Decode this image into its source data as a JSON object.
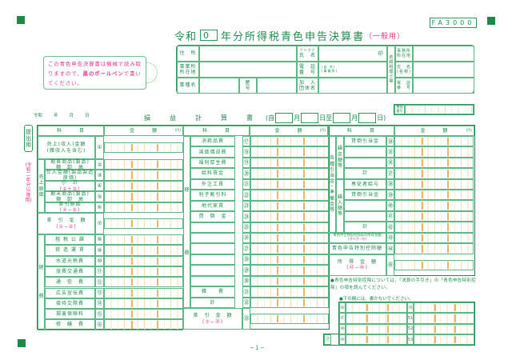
{
  "form_code": "FA3000",
  "title": {
    "era": "令和",
    "year": "0",
    "main": "年分所得税青色申告決算書",
    "type": "（一般用）"
  },
  "header_box": {
    "address": "住　所",
    "furigana": "フリガナ",
    "name": "氏　名",
    "seal": "㊞",
    "business_address": "事業所\n所在地",
    "phone": "電　話\n番　号",
    "phone_home": "(自 宅)",
    "phone_office": "(事業所)",
    "industry": "業種名",
    "trade_name": "屋　号",
    "association": "加　入\n団体名",
    "tax_accountant": "依\n頼\n税\n理\n士\n等",
    "ta_office": "事務所\n所在地",
    "ta_name": "氏　名\n(名称)",
    "ta_phone": "電　話\n番　号"
  },
  "notice": {
    "pre": "この青色申告決算書は機械で読み取りますので、",
    "bold": "黒のボールペン",
    "post": "で書いてください。"
  },
  "date_label": {
    "era": "令和",
    "year": "年",
    "month": "月",
    "day": "日"
  },
  "statement": {
    "title": "損　益　計　算　書",
    "from": "(自",
    "month1": "月",
    "day_to": "日至",
    "month2": "月",
    "end": "日)"
  },
  "seiri": "整理\n番号",
  "side": {
    "submit": "提\n出\n用",
    "edition": "(令\n和\n二\n年\n分\n以\n降\n用)"
  },
  "headers": {
    "kamoku": "科　　　目",
    "kingaku": "金　　　額",
    "yen": "(円)"
  },
  "left_rows": [
    {
      "label": "売上(収入)金額\n(雑収入を含む)",
      "num": "①"
    },
    {
      "label": "期首商品(製品)\n棚　卸　高",
      "num": "②"
    },
    {
      "label": "仕入金額(製品製造原価)",
      "num": "③"
    },
    {
      "label": "小　計",
      "formula": "(②+③)",
      "num": "④"
    },
    {
      "label": "期末商品(製品)\n棚　卸　高",
      "num": "⑤"
    },
    {
      "label": "差引原価",
      "formula": "(④−⑤)",
      "num": "⑥"
    },
    {
      "label": "差　引　金　額",
      "formula": "(①−⑥)",
      "num": "⑦"
    },
    {
      "label": "租 税 公 課",
      "num": "⑧"
    },
    {
      "label": "荷 造 運 賃",
      "num": "⑨"
    },
    {
      "label": "水道光熱費",
      "num": "⑩"
    },
    {
      "label": "旅費交通費",
      "num": "⑪"
    },
    {
      "label": "通　信　費",
      "num": "⑫"
    },
    {
      "label": "広告宣伝費",
      "num": "⑬"
    },
    {
      "label": "接待交際費",
      "num": "⑭"
    },
    {
      "label": "損害保険料",
      "num": "⑮"
    },
    {
      "label": "修　繕　費",
      "num": "⑯"
    }
  ],
  "groups": {
    "cost": "売\n上\n原\n価",
    "expense_left": "経\n\n\n\n\n費",
    "expense_right": "経\n\n\n\n\n\n\n\n\n\n\n費"
  },
  "mid_rows": [
    {
      "label": "消耗品費",
      "num": "⑰"
    },
    {
      "label": "減価償却費",
      "num": "⑱"
    },
    {
      "label": "福利厚生費",
      "num": "⑲"
    },
    {
      "label": "給料賃金",
      "num": "⑳"
    },
    {
      "label": "外注工賃",
      "num": "㉑"
    },
    {
      "label": "利子割引料",
      "num": "㉒"
    },
    {
      "label": "地代家賃",
      "num": "㉓"
    },
    {
      "label": "貸　倒　金",
      "num": "㉔"
    },
    {
      "label": "",
      "num": "㉕"
    },
    {
      "label": "",
      "num": "㉖"
    },
    {
      "label": "",
      "num": "㉗"
    },
    {
      "label": "",
      "num": "㉘"
    },
    {
      "label": "",
      "num": "㉙"
    },
    {
      "label": "",
      "num": "㉚"
    },
    {
      "label": "雑　　費",
      "num": "㉛"
    },
    {
      "label": "計",
      "num": "㉜"
    },
    {
      "label": "差　引　金　額",
      "formula": "(⑦−㉜)",
      "num": "㉝"
    }
  ],
  "right_groups": {
    "main": "各\n種\n引\n当\n金\n・\n準\n備\n金\n等",
    "reversal": "繰\n戻\n額\n等",
    "provision": "繰\n入\n額\n等"
  },
  "right_rows": [
    {
      "label": "貸倒引当金",
      "num": "㉞"
    },
    {
      "label": "",
      "num": "㉟"
    },
    {
      "label": "",
      "num": "㊱"
    },
    {
      "label": "計",
      "num": "㊲"
    },
    {
      "label": "専従者給与",
      "num": "㊳"
    },
    {
      "label": "貸倒引当金",
      "num": "㊴"
    },
    {
      "label": "",
      "num": "㊵"
    },
    {
      "label": "",
      "num": "㊶"
    },
    {
      "label": "計",
      "num": "㊷"
    },
    {
      "label": "青色申告特別控除前の所得金額",
      "formula": "(㉝+㊲−㊷)",
      "num": "㊸"
    },
    {
      "label": "青色申告特別控除額",
      "num": "㊹"
    },
    {
      "label": "所　得　金　額",
      "formula": "(㊸−㊹)",
      "num": "㊺"
    }
  ],
  "note": "●青色申告特別控除については、「決算の手引き」の「青色申告特別控除」の項を読んでください。",
  "no_write": "●下の欄には、書かないでください。",
  "office_box": {
    "left": [
      "㊻",
      "㊼",
      "㊽",
      "㊾"
    ],
    "right": [
      "㊿",
      "51",
      "52",
      "53"
    ],
    "mark": "㋐"
  },
  "page_number": "−１−"
}
